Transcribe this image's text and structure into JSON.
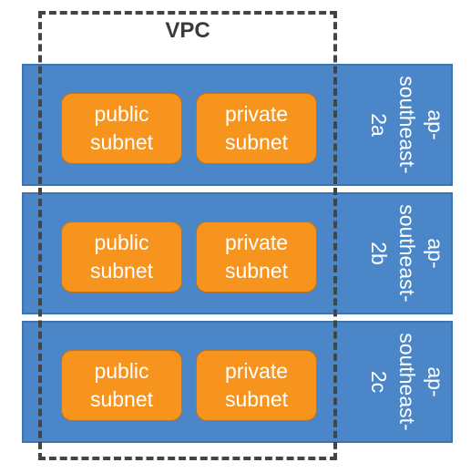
{
  "vpc": {
    "label": "VPC",
    "border_color": "#444444"
  },
  "colors": {
    "availability_zone": "#4a86c8",
    "subnet": "#f7941d",
    "text": "#ffffff"
  },
  "zones": [
    {
      "name": "ap-\nsoutheast-\n2a",
      "public_subnet": "public\nsubnet",
      "private_subnet": "private\nsubnet"
    },
    {
      "name": "ap-\nsoutheast-\n2b",
      "public_subnet": "public\nsubnet",
      "private_subnet": "private\nsubnet"
    },
    {
      "name": "ap-\nsoutheast-\n2c",
      "public_subnet": "public\nsubnet",
      "private_subnet": "private\nsubnet"
    }
  ]
}
